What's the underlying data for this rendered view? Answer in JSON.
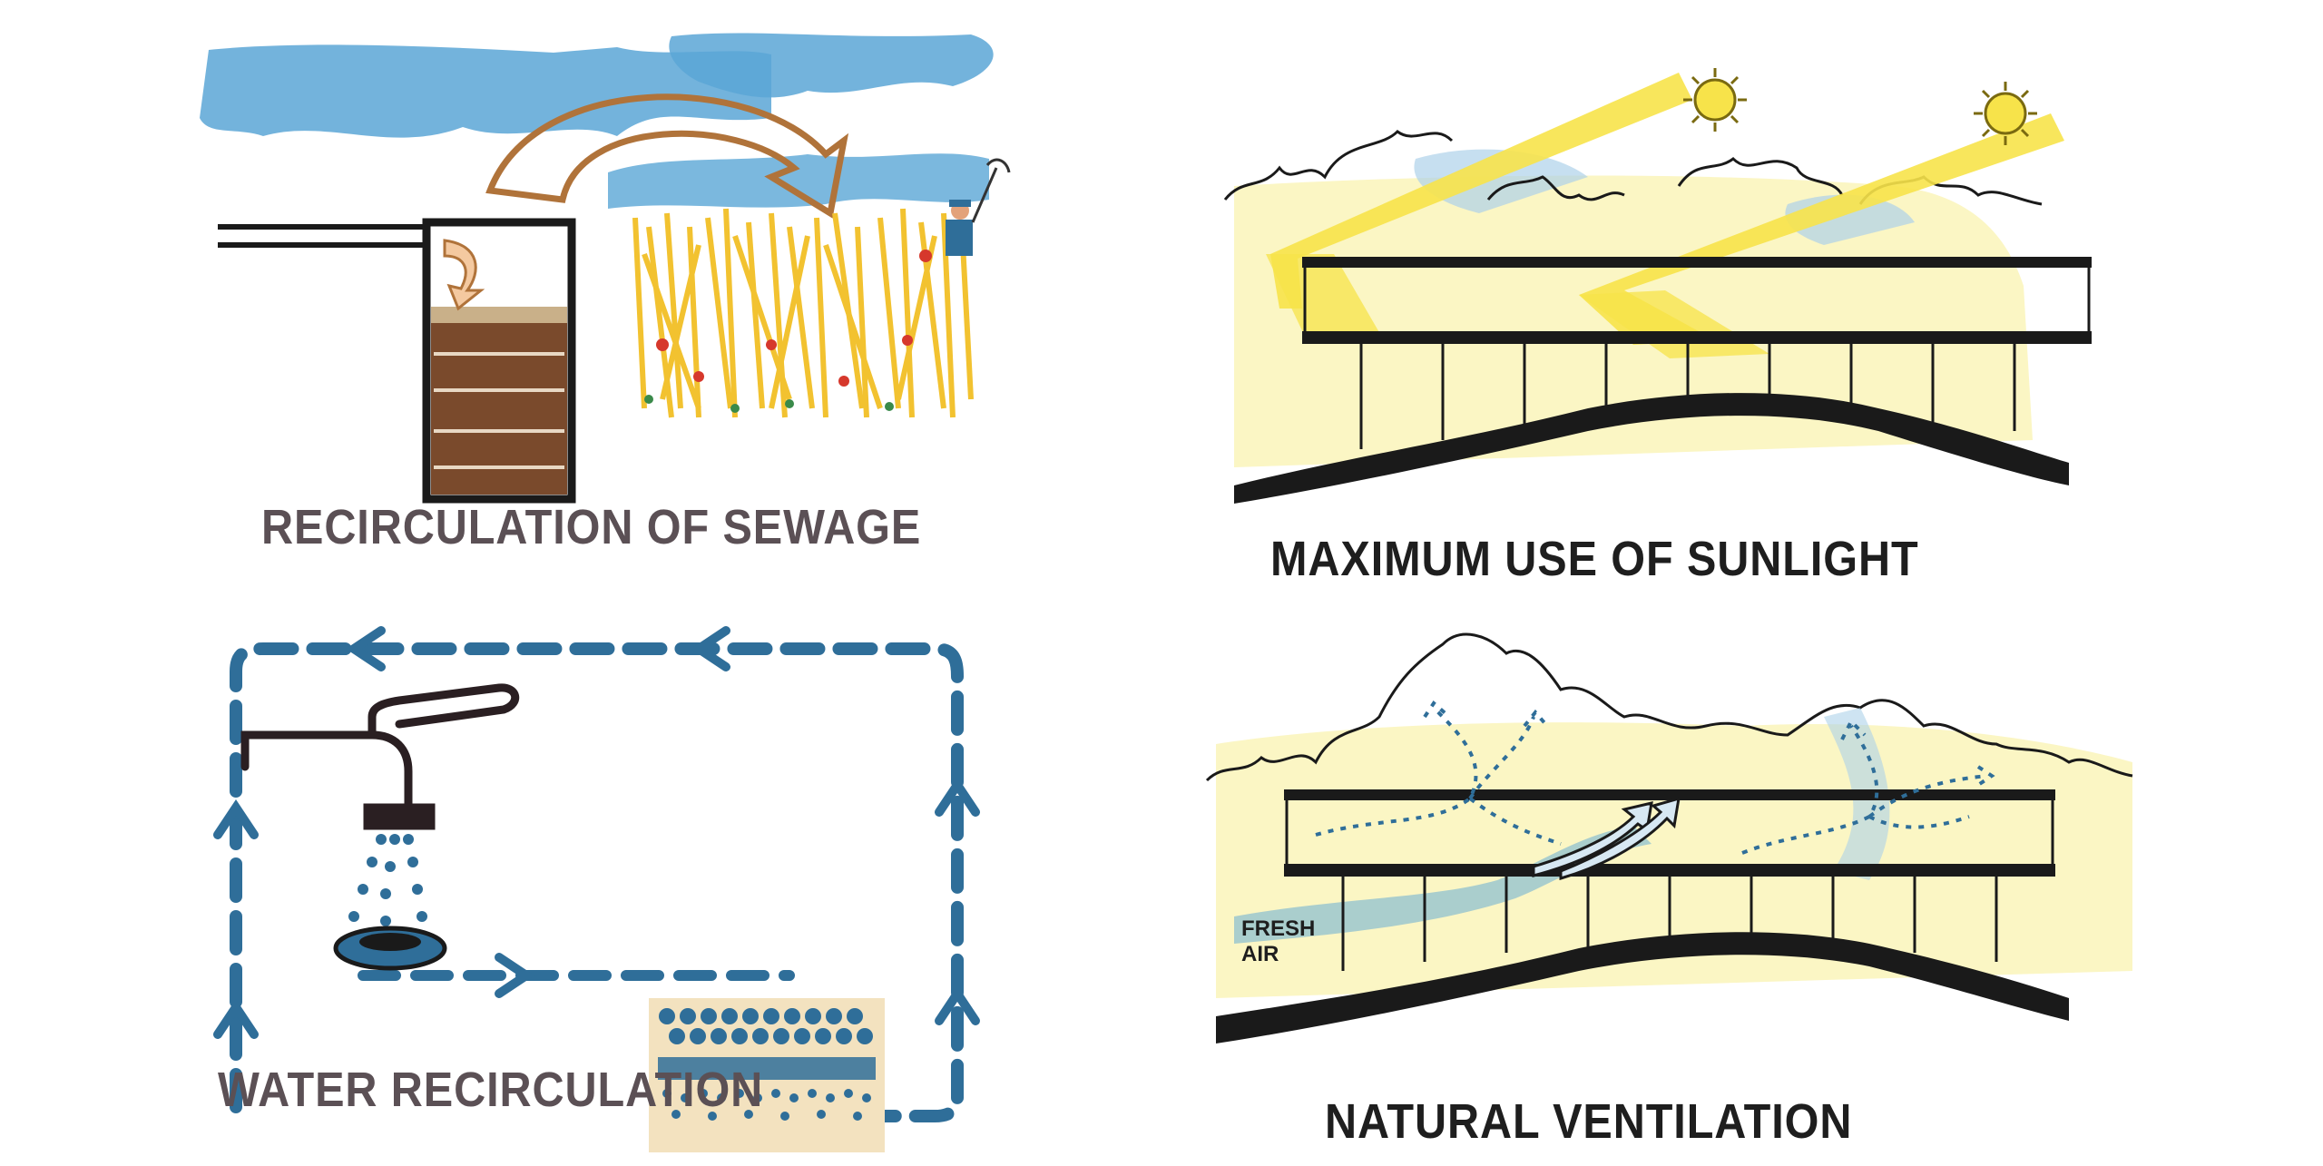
{
  "panels": {
    "sewage": {
      "caption": "RECIRCULATION OF SEWAGE"
    },
    "sunlight": {
      "caption": "MAXIMUM USE OF SUNLIGHT"
    },
    "water": {
      "caption": "WATER RECIRCULATION"
    },
    "ventilation": {
      "caption": "NATURAL VENTILATION",
      "label_line1": "FRESH",
      "label_line2": "AIR"
    }
  },
  "colors": {
    "water_blue": "#2f6e99",
    "sky_blue": "#5aa6d6",
    "sun_yellow": "#f7e34a",
    "soil_brown": "#7a4a2c",
    "arrow_brown": "#b0733a",
    "ink": "#1a1a1a",
    "wash_yellow": "#fbf6c4"
  }
}
